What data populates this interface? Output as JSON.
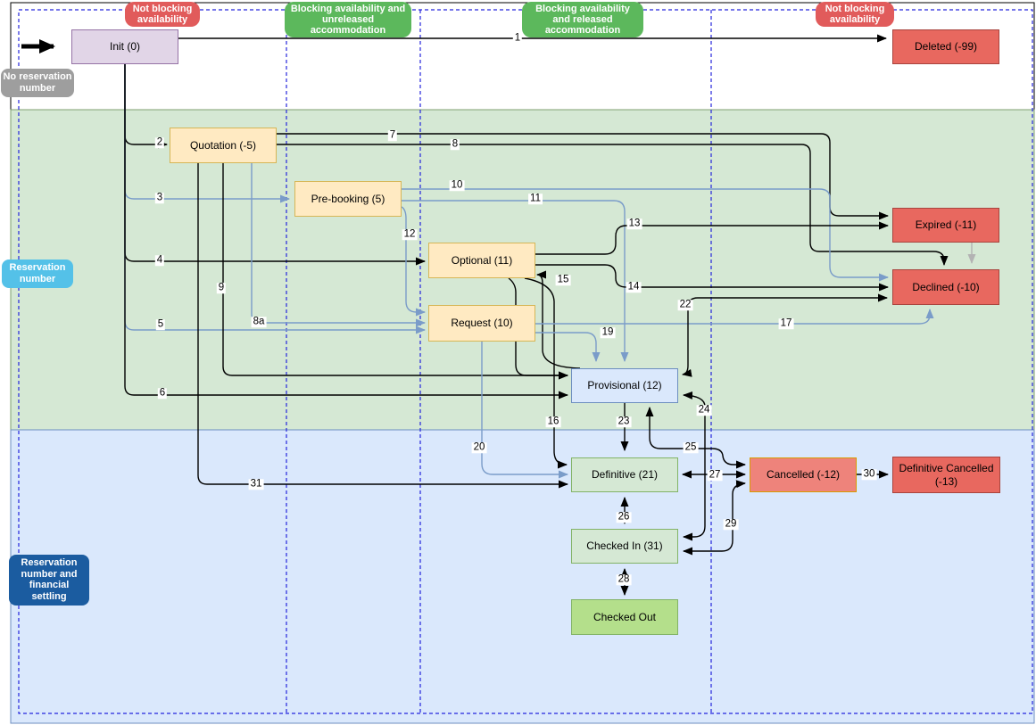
{
  "bands": {
    "no_reservation_fill": "#ffffff",
    "reservation_fill": "#d5e8d4",
    "reservation_financial_fill": "#dae8fc"
  },
  "columns": [
    {
      "label": "Not blocking availability",
      "color": "#e15b5b"
    },
    {
      "label": "Blocking availability and unreleased accommodation",
      "color": "#5cb85c"
    },
    {
      "label": "Blocking availability and released accommodation",
      "color": "#5cb85c"
    },
    {
      "label": "Not blocking availability",
      "color": "#e15b5b"
    }
  ],
  "lanes": [
    {
      "label": "No reservation number",
      "color": "#9e9e9e"
    },
    {
      "label": "Reservation number",
      "color": "#54c1e8"
    },
    {
      "label": "Reservation number and financial settling",
      "color": "#1b5ca0"
    }
  ],
  "nodes": [
    {
      "id": "init",
      "label": "Init (0)",
      "fill": "#e1d5e7",
      "stroke": "#9673a6"
    },
    {
      "id": "deleted",
      "label": "Deleted (-99)",
      "fill": "#e8685f",
      "stroke": "#a8443e"
    },
    {
      "id": "quotation",
      "label": "Quotation (-5)",
      "fill": "#ffeac2",
      "stroke": "#d6b656"
    },
    {
      "id": "prebooking",
      "label": "Pre-booking (5)",
      "fill": "#ffeac2",
      "stroke": "#d6b656"
    },
    {
      "id": "optional",
      "label": "Optional (11)",
      "fill": "#ffeac2",
      "stroke": "#d6b656"
    },
    {
      "id": "request",
      "label": "Request (10)",
      "fill": "#ffeac2",
      "stroke": "#d6b656"
    },
    {
      "id": "expired",
      "label": "Expired (-11)",
      "fill": "#e8685f",
      "stroke": "#a8443e"
    },
    {
      "id": "declined",
      "label": "Declined (-10)",
      "fill": "#e8685f",
      "stroke": "#a8443e"
    },
    {
      "id": "provisional",
      "label": "Provisional (12)",
      "fill": "#dae8fc",
      "stroke": "#6c8ebf"
    },
    {
      "id": "definitive",
      "label": "Definitive (21)",
      "fill": "#d5e8d4",
      "stroke": "#82b366"
    },
    {
      "id": "cancelled",
      "label": "Cancelled (-12)",
      "fill": "#ee837b",
      "stroke": "#d79b00"
    },
    {
      "id": "definitive-cancelled",
      "label": "Definitive Cancelled (-13)",
      "fill": "#e8685f",
      "stroke": "#a8443e"
    },
    {
      "id": "checked-in",
      "label": "Checked In (31)",
      "fill": "#d5e8d4",
      "stroke": "#82b366"
    },
    {
      "id": "checked-out",
      "label": "Checked Out",
      "fill": "#b4df8b",
      "stroke": "#82b366"
    }
  ],
  "edge_colors": {
    "black": "#000000",
    "blue": "#7a9cc9",
    "gray": "#b3b3b3"
  },
  "edges": [
    {
      "id": "start",
      "label": "",
      "from": null,
      "to": "init",
      "color": "black",
      "bidirectional": false
    },
    {
      "id": "1",
      "label": "1",
      "from": "init",
      "to": "deleted",
      "color": "black",
      "bidirectional": false
    },
    {
      "id": "2",
      "label": "2",
      "from": "init",
      "to": "quotation",
      "color": "black",
      "bidirectional": false
    },
    {
      "id": "3",
      "label": "3",
      "from": "init",
      "to": "prebooking",
      "color": "blue",
      "bidirectional": false
    },
    {
      "id": "4",
      "label": "4",
      "from": "init",
      "to": "optional",
      "color": "black",
      "bidirectional": false
    },
    {
      "id": "5",
      "label": "5",
      "from": "init",
      "to": "request",
      "color": "blue",
      "bidirectional": false
    },
    {
      "id": "6",
      "label": "6",
      "from": "init",
      "to": "provisional",
      "color": "black",
      "bidirectional": false
    },
    {
      "id": "7",
      "label": "7",
      "from": "quotation",
      "to": "expired",
      "color": "black",
      "bidirectional": false
    },
    {
      "id": "8",
      "label": "8",
      "from": "quotation",
      "to": "declined",
      "color": "black",
      "bidirectional": false
    },
    {
      "id": "8a",
      "label": "8a",
      "from": "quotation",
      "to": "request",
      "color": "blue",
      "bidirectional": false
    },
    {
      "id": "9",
      "label": "9",
      "from": "quotation",
      "to": "provisional",
      "color": "black",
      "bidirectional": false
    },
    {
      "id": "10",
      "label": "10",
      "from": "prebooking",
      "to": "declined",
      "color": "blue",
      "bidirectional": false
    },
    {
      "id": "11",
      "label": "11",
      "from": "prebooking",
      "to": "provisional",
      "color": "blue",
      "bidirectional": false
    },
    {
      "id": "12",
      "label": "12",
      "from": "prebooking",
      "to": "request",
      "color": "blue",
      "bidirectional": false
    },
    {
      "id": "13",
      "label": "13",
      "from": "optional",
      "to": "expired",
      "color": "black",
      "bidirectional": false
    },
    {
      "id": "14",
      "label": "14",
      "from": "optional",
      "to": "declined",
      "color": "black",
      "bidirectional": false
    },
    {
      "id": "15",
      "label": "15",
      "from": "provisional",
      "to": "optional",
      "color": "black",
      "bidirectional": false
    },
    {
      "id": "16",
      "label": "16",
      "from": "optional",
      "to": "definitive",
      "color": "black",
      "bidirectional": false
    },
    {
      "id": "optional-provisional",
      "label": "",
      "from": "optional",
      "to": "provisional",
      "color": "black",
      "bidirectional": false
    },
    {
      "id": "17",
      "label": "17",
      "from": "request",
      "to": "declined",
      "color": "blue",
      "bidirectional": false
    },
    {
      "id": "19",
      "label": "19",
      "from": "request",
      "to": "provisional",
      "color": "blue",
      "bidirectional": false
    },
    {
      "id": "20",
      "label": "20",
      "from": "request",
      "to": "definitive",
      "color": "blue",
      "bidirectional": false
    },
    {
      "id": "22",
      "label": "22",
      "from": "provisional",
      "to": "declined",
      "color": "black",
      "bidirectional": true
    },
    {
      "id": "23",
      "label": "23",
      "from": "provisional",
      "to": "definitive",
      "color": "black",
      "bidirectional": false
    },
    {
      "id": "24",
      "label": "24",
      "from": "provisional",
      "to": "checked-in",
      "color": "black",
      "bidirectional": true
    },
    {
      "id": "25",
      "label": "25",
      "from": "provisional",
      "to": "cancelled",
      "color": "black",
      "bidirectional": true
    },
    {
      "id": "26",
      "label": "26",
      "from": "definitive",
      "to": "checked-in",
      "color": "black",
      "bidirectional": true
    },
    {
      "id": "27",
      "label": "27",
      "from": "definitive",
      "to": "cancelled",
      "color": "black",
      "bidirectional": true
    },
    {
      "id": "28",
      "label": "28",
      "from": "checked-in",
      "to": "checked-out",
      "color": "black",
      "bidirectional": true
    },
    {
      "id": "29",
      "label": "29",
      "from": "cancelled",
      "to": "checked-in",
      "color": "black",
      "bidirectional": true
    },
    {
      "id": "30",
      "label": "30",
      "from": "cancelled",
      "to": "definitive-cancelled",
      "color": "black",
      "bidirectional": false
    },
    {
      "id": "31",
      "label": "31",
      "from": "quotation",
      "to": "definitive",
      "color": "black",
      "bidirectional": false
    },
    {
      "id": "expired-declined",
      "label": "",
      "from": "expired",
      "to": "declined",
      "color": "gray",
      "bidirectional": false
    }
  ]
}
